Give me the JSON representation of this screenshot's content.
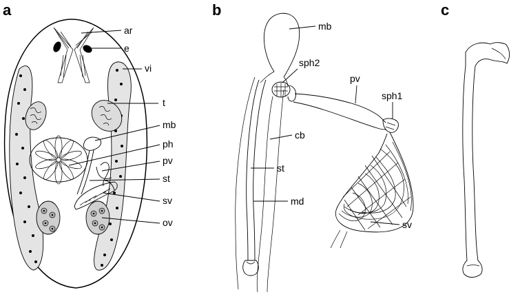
{
  "panels": {
    "a": {
      "letter": "a",
      "labels": {
        "ar": "ar",
        "e": "e",
        "vi": "vi",
        "t": "t",
        "mb": "mb",
        "ph": "ph",
        "pv": "pv",
        "st": "st",
        "sv": "sv",
        "ov": "ov"
      }
    },
    "b": {
      "letter": "b",
      "labels": {
        "mb": "mb",
        "sph2": "sph2",
        "pv": "pv",
        "sph1": "sph1",
        "cb": "cb",
        "st": "st",
        "md": "md",
        "sv": "sv"
      }
    },
    "c": {
      "letter": "c"
    }
  },
  "colors": {
    "ink": "#000000",
    "background": "#ffffff",
    "vitellaria": "#e4e4e4",
    "testes": "#dcdcdc",
    "ovaries": "#cfcfcf"
  }
}
